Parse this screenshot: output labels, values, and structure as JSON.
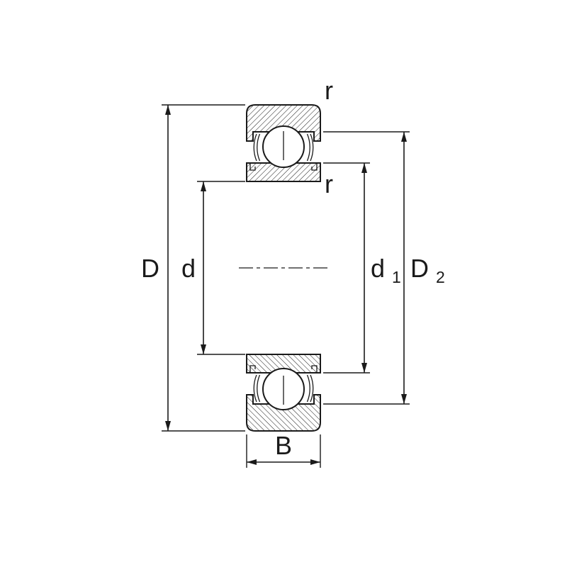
{
  "diagram": {
    "labels": {
      "outer_diameter": "D",
      "bore_diameter": "d",
      "recess_diameter_base": "d",
      "recess_diameter_sub": "1",
      "shoulder_diameter_base": "D",
      "shoulder_diameter_sub": "2",
      "width": "B",
      "chamfer_outer": "r",
      "chamfer_inner": "r"
    },
    "colors": {
      "line": "#1a1a1a",
      "background": "#ffffff"
    }
  }
}
